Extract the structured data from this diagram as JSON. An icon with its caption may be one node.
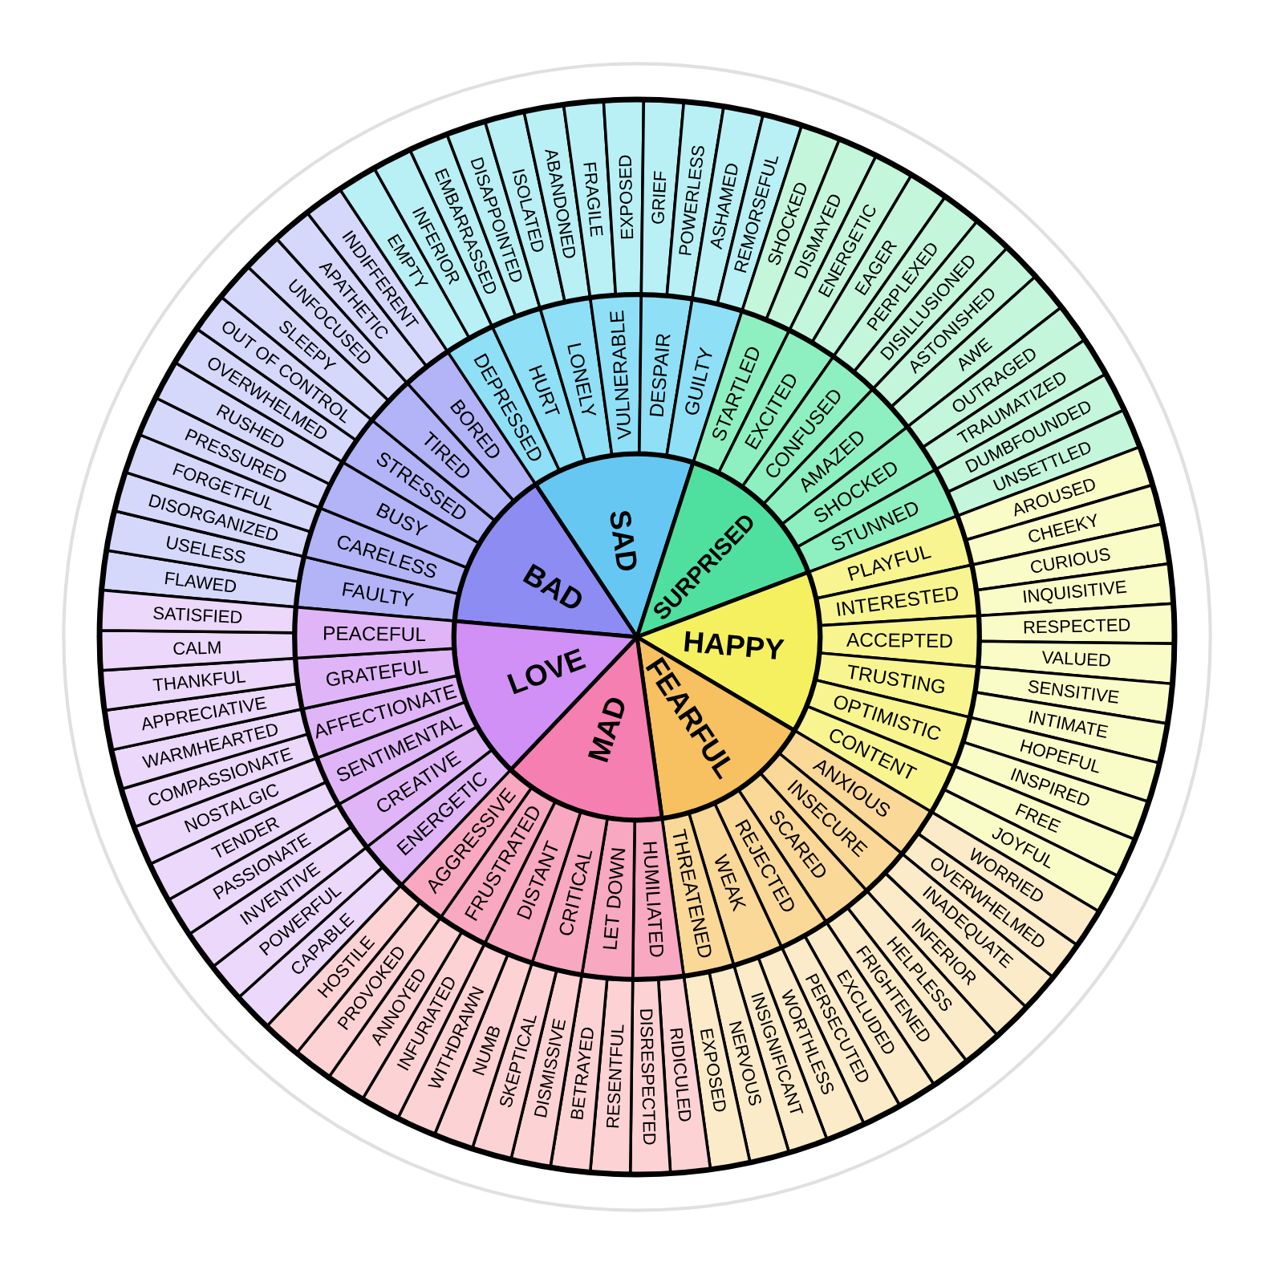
{
  "diagram": {
    "nodes": [
      {
        "text": [
          "BAD"
        ]
      },
      {
        "text": [
          "SAD"
        ]
      },
      {
        "text": [
          "SURPRISED"
        ]
      },
      {
        "text": [
          "HAPPY"
        ]
      },
      {
        "text": [
          "FEARFUL"
        ]
      },
      {
        "text": [
          "MAD"
        ]
      },
      {
        "text": [
          "LOVE"
        ]
      },
      {
        "text": [
          "FAULTY"
        ]
      },
      {
        "text": [
          "CARELESS"
        ]
      },
      {
        "text": [
          "BUSY"
        ]
      },
      {
        "text": [
          "STRESSED"
        ]
      },
      {
        "text": [
          "TIRED"
        ]
      },
      {
        "text": [
          "BORED"
        ]
      },
      {
        "text": [
          "DEPRESSED"
        ]
      },
      {
        "text": [
          "HURT"
        ]
      },
      {
        "text": [
          "LONELY"
        ]
      },
      {
        "text": [
          "VULNERABLE"
        ]
      },
      {
        "text": [
          "DESPAIR"
        ]
      },
      {
        "text": [
          "GUILTY"
        ]
      },
      {
        "text": [
          "STARTLED"
        ]
      },
      {
        "text": [
          "EXCITED"
        ]
      },
      {
        "text": [
          "CONFUSED"
        ]
      },
      {
        "text": [
          "AMAZED"
        ]
      },
      {
        "text": [
          "SHOCKED"
        ]
      },
      {
        "text": [
          "STUNNED"
        ]
      },
      {
        "text": [
          "PLAYFUL"
        ]
      },
      {
        "text": [
          "INTERESTED"
        ]
      },
      {
        "text": [
          "ACCEPTED"
        ]
      },
      {
        "text": [
          "TRUSTING"
        ]
      },
      {
        "text": [
          "OPTIMISTIC"
        ]
      },
      {
        "text": [
          "CONTENT"
        ]
      },
      {
        "text": [
          "ANXIOUS"
        ]
      },
      {
        "text": [
          "INSECURE"
        ]
      },
      {
        "text": [
          "SCARED"
        ]
      },
      {
        "text": [
          "REJECTED"
        ]
      },
      {
        "text": [
          "WEAK"
        ]
      },
      {
        "text": [
          "THREATENED"
        ]
      },
      {
        "text": [
          "HUMILIATED"
        ]
      },
      {
        "text": [
          "LET DOWN"
        ]
      },
      {
        "text": [
          "CRITICAL"
        ]
      },
      {
        "text": [
          "DISTANT"
        ]
      },
      {
        "text": [
          "FRUSTRATED"
        ]
      },
      {
        "text": [
          "AGGRESSIVE"
        ]
      },
      {
        "text": [
          "ENERGETIC"
        ]
      },
      {
        "text": [
          "CREATIVE"
        ]
      },
      {
        "text": [
          "SENTIMENTAL"
        ]
      },
      {
        "text": [
          "AFFECTIONATE"
        ]
      },
      {
        "text": [
          "GRATEFUL"
        ]
      },
      {
        "text": [
          "PEACEFUL"
        ]
      },
      {
        "text": [
          "FLAWED"
        ]
      },
      {
        "text": [
          "USELESS"
        ]
      },
      {
        "text": [
          "DISORGANIZED"
        ]
      },
      {
        "text": [
          "FORGETFUL"
        ]
      },
      {
        "text": [
          "PRESSURED"
        ]
      },
      {
        "text": [
          "RUSHED"
        ]
      },
      {
        "text": [
          "OVERWHELMED"
        ]
      },
      {
        "text": [
          "OUT OF CONTROL"
        ]
      },
      {
        "text": [
          "SLEEPY"
        ]
      },
      {
        "text": [
          "UNFOCUSED"
        ]
      },
      {
        "text": [
          "APATHETIC"
        ]
      },
      {
        "text": [
          "INDIFFERENT"
        ]
      },
      {
        "text": [
          "EMPTY"
        ]
      },
      {
        "text": [
          "INFERIOR"
        ]
      },
      {
        "text": [
          "EMBARRASSED"
        ]
      },
      {
        "text": [
          "DISAPPOINTED"
        ]
      },
      {
        "text": [
          "ISOLATED"
        ]
      },
      {
        "text": [
          "ABANDONED"
        ]
      },
      {
        "text": [
          "FRAGILE"
        ]
      },
      {
        "text": [
          "EXPOSED"
        ]
      },
      {
        "text": [
          "GRIEF"
        ]
      },
      {
        "text": [
          "POWERLESS"
        ]
      },
      {
        "text": [
          "ASHAMED"
        ]
      },
      {
        "text": [
          "REMORSEFUL"
        ]
      },
      {
        "text": [
          "SHOCKED"
        ]
      },
      {
        "text": [
          "DISMAYED"
        ]
      },
      {
        "text": [
          "ENERGETIC"
        ]
      },
      {
        "text": [
          "EAGER"
        ]
      },
      {
        "text": [
          "PERPLEXED"
        ]
      },
      {
        "text": [
          "DISILLUSIONED"
        ]
      },
      {
        "text": [
          "ASTONISHED"
        ]
      },
      {
        "text": [
          "AWE"
        ]
      },
      {
        "text": [
          "OUTRAGED"
        ]
      },
      {
        "text": [
          "TRAUMATIZED"
        ]
      },
      {
        "text": [
          "DUMBFOUNDED"
        ]
      },
      {
        "text": [
          "UNSETTLED"
        ]
      },
      {
        "text": [
          "AROUSED"
        ]
      },
      {
        "text": [
          "CHEEKY"
        ]
      },
      {
        "text": [
          "CURIOUS"
        ]
      },
      {
        "text": [
          "INQUISITIVE"
        ]
      },
      {
        "text": [
          "RESPECTED"
        ]
      },
      {
        "text": [
          "VALUED"
        ]
      },
      {
        "text": [
          "SENSITIVE"
        ]
      },
      {
        "text": [
          "INTIMATE"
        ]
      },
      {
        "text": [
          "HOPEFUL"
        ]
      },
      {
        "text": [
          "INSPIRED"
        ]
      },
      {
        "text": [
          "FREE"
        ]
      },
      {
        "text": [
          "JOYFUL"
        ]
      },
      {
        "text": [
          "WORRIED"
        ]
      },
      {
        "text": [
          "OVERWHELMED"
        ]
      },
      {
        "text": [
          "INADEQUATE"
        ]
      },
      {
        "text": [
          "INFERIOR"
        ]
      },
      {
        "text": [
          "HELPLESS"
        ]
      },
      {
        "text": [
          "FRIGHTENED"
        ]
      },
      {
        "text": [
          "EXCLUDED"
        ]
      },
      {
        "text": [
          "PERSECUTED"
        ]
      },
      {
        "text": [
          "WORTHLESS"
        ]
      },
      {
        "text": [
          "INSIGNIFICANT"
        ]
      },
      {
        "text": [
          "NERVOUS"
        ]
      },
      {
        "text": [
          "EXPOSED"
        ]
      },
      {
        "text": [
          "RIDICULED"
        ]
      },
      {
        "text": [
          "DISRESPECTED"
        ]
      },
      {
        "text": [
          "RESENTFUL"
        ]
      },
      {
        "text": [
          "BETRAYED"
        ]
      },
      {
        "text": [
          "DISMISSIVE"
        ]
      },
      {
        "text": [
          "SKEPTICAL"
        ]
      },
      {
        "text": [
          "NUMB"
        ]
      },
      {
        "text": [
          "WITHDRAWN"
        ]
      },
      {
        "text": [
          "INFURIATED"
        ]
      },
      {
        "text": [
          "ANNOYED"
        ]
      },
      {
        "text": [
          "PROVOKED"
        ]
      },
      {
        "text": [
          "HOSTILE"
        ]
      },
      {
        "text": [
          "CAPABLE"
        ]
      },
      {
        "text": [
          "POWERFUL"
        ]
      },
      {
        "text": [
          "INVENTIVE"
        ]
      },
      {
        "text": [
          "PASSIONATE"
        ]
      },
      {
        "text": [
          "TENDER"
        ]
      },
      {
        "text": [
          "NOSTALGIC"
        ]
      },
      {
        "text": [
          "COMPASSIONATE"
        ]
      },
      {
        "text": [
          "WARMHEARTED"
        ]
      },
      {
        "text": [
          "APPRECIATIVE"
        ]
      },
      {
        "text": [
          "THANKFUL"
        ]
      },
      {
        "text": [
          "CALM"
        ]
      },
      {
        "text": [
          "SATISFIED"
        ]
      }
    ]
  }
}
